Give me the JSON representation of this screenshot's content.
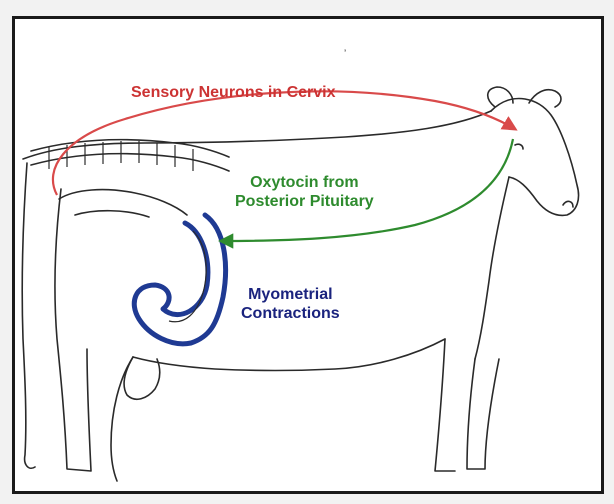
{
  "diagram": {
    "labels": {
      "sensory": {
        "line1": "Sensory Neurons in Cervix",
        "color": "#cc3333"
      },
      "oxytocin": {
        "line1": "Oxytocin from",
        "line2": "Posterior Pituitary",
        "color": "#2e8b2e"
      },
      "myometrial": {
        "line1": "Myometrial",
        "line2": "Contractions",
        "color": "#1a237e"
      }
    },
    "stray_mark": "ʼ",
    "colors": {
      "frame": "#1a1a1a",
      "outline": "#2a2a2a",
      "sensory_arrow": "#d94a4a",
      "oxytocin_arrow": "#2e8b2e",
      "uterus_highlight": "#1f3a93"
    }
  }
}
